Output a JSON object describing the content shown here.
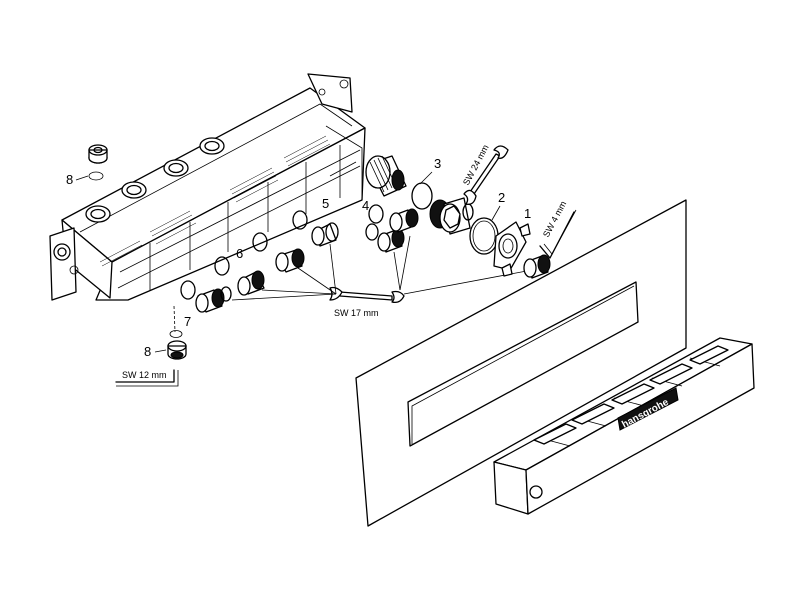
{
  "callouts": {
    "p1": "1",
    "p2": "2",
    "p3": "3",
    "p4": "4",
    "p5": "5",
    "p6": "6",
    "p7": "7",
    "p8_top": "8",
    "p8_bottom": "8"
  },
  "tools": {
    "sw24": "SW 24 mm",
    "sw17": "SW 17 mm",
    "sw12": "SW 12 mm",
    "sw4": "SW 4 mm"
  },
  "brand": "hansgrohe"
}
